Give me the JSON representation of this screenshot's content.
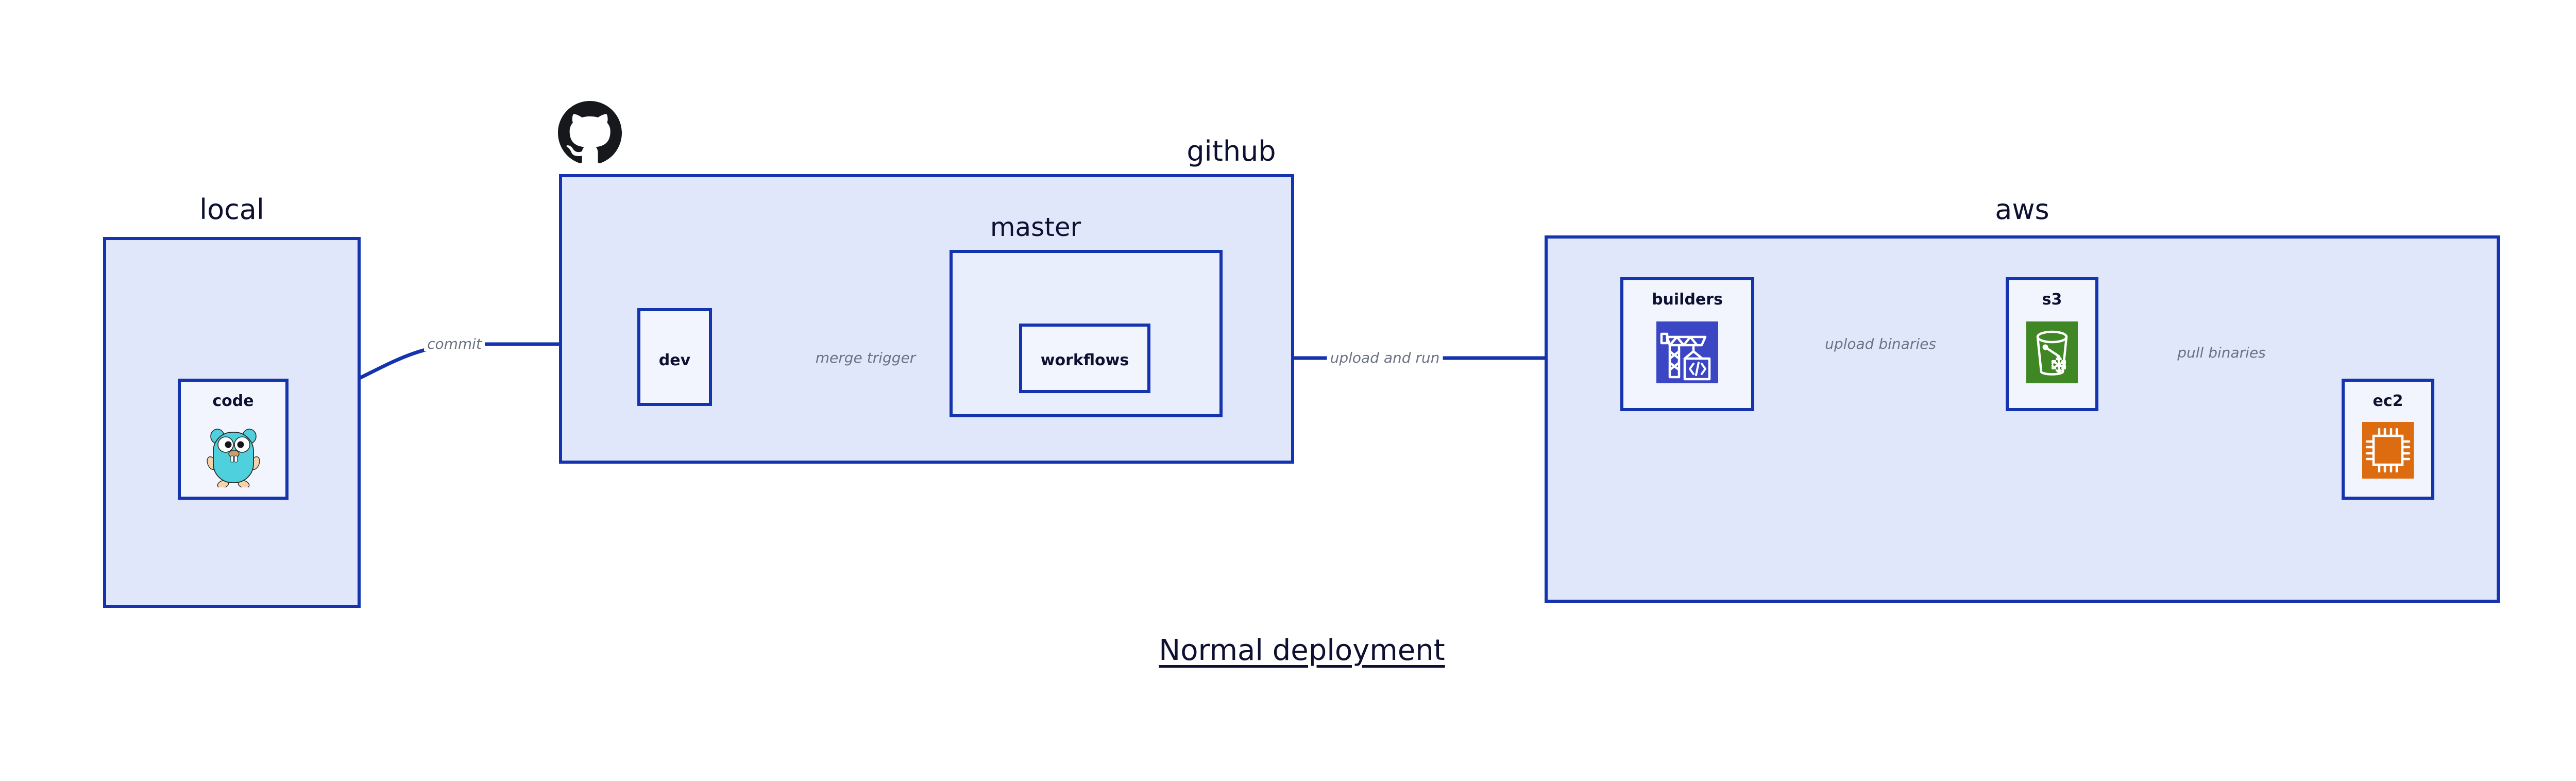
{
  "diagram": {
    "title": "Normal deployment",
    "accent_color": "#1433ae",
    "group_fill": "#e1e7fb",
    "subgroup_fill": "#e9eefc",
    "node_fill": "#f2f5fe",
    "label_color": "#6b7280",
    "text_color": "#0d1030"
  },
  "groups": {
    "local": {
      "title": "local",
      "nodes": {
        "code": {
          "label": "code",
          "icon": "go-gopher-icon"
        }
      }
    },
    "github": {
      "title": "github",
      "logo": "github-octocat-icon",
      "nodes": {
        "dev": {
          "label": "dev"
        }
      },
      "subgroups": {
        "master": {
          "title": "master",
          "nodes": {
            "workflows": {
              "label": "workflows"
            }
          }
        }
      }
    },
    "aws": {
      "title": "aws",
      "nodes": {
        "builders": {
          "label": "builders",
          "icon": "crane-code-icon",
          "icon_color": "#3b46c4"
        },
        "s3": {
          "label": "s3",
          "icon": "bucket-snowflake-icon",
          "icon_color": "#3f8624"
        },
        "ec2": {
          "label": "ec2",
          "icon": "cpu-chip-icon",
          "icon_color": "#dd6b10"
        }
      }
    }
  },
  "edges": [
    {
      "id": "commit",
      "label": "commit",
      "from": "code",
      "to": "dev"
    },
    {
      "id": "merge-trigger",
      "label": "merge trigger",
      "from": "dev",
      "to": "workflows"
    },
    {
      "id": "upload-and-run",
      "label": "upload and run",
      "from": "workflows",
      "to": "builders"
    },
    {
      "id": "upload-binaries",
      "label": "upload binaries",
      "from": "builders",
      "to": "s3"
    },
    {
      "id": "pull-binaries",
      "label": "pull binaries",
      "from": "s3",
      "to": "ec2"
    }
  ]
}
